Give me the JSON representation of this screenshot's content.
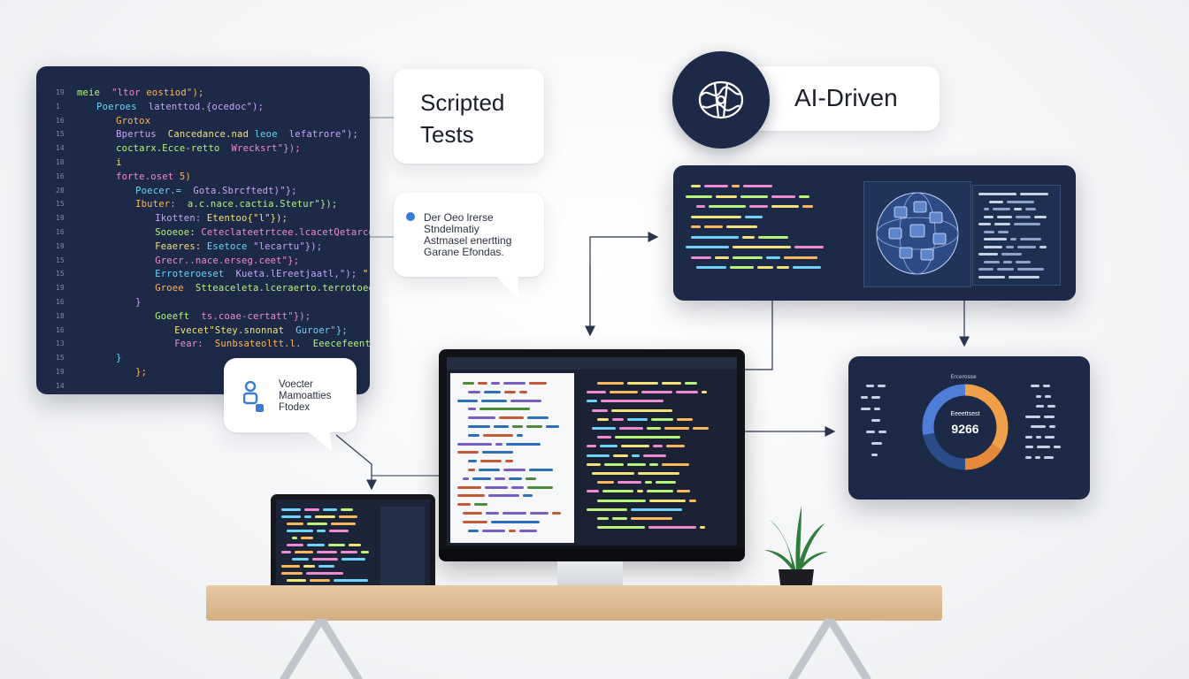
{
  "labels": {
    "scripted": "Scripted\nTests",
    "ai_driven": "AI-Driven"
  },
  "callouts": {
    "top": [
      "Der Oeo lrerse",
      "Stndelmatiy",
      "Astmasel enertting",
      "Garane Efondas."
    ],
    "bottom": [
      "Voecter",
      "Mamoatties",
      "Ftodex"
    ]
  },
  "big_code": [
    {
      "n": "19",
      "t": "meie  \"ltor eostiod\");"
    },
    {
      "n": "1",
      "t": "  Poeroes  latenttod.{ocedoc\");"
    },
    {
      "n": "16",
      "t": "    Grotox"
    },
    {
      "n": "15",
      "t": "    Bpertus  Cancedance.nad leoe  lefatrore\");"
    },
    {
      "n": "14",
      "t": "    coctarx.Ecce-retto  Wrecksrt\"});"
    },
    {
      "n": "10",
      "t": "    i"
    },
    {
      "n": "16",
      "t": "    forte.oset 5)"
    },
    {
      "n": "28",
      "t": "      Poecer.=  Gota.Sbrcftedt)\"};"
    },
    {
      "n": "15",
      "t": "      Ibuter:  a.c.nace.cactia.Stetur\"});"
    },
    {
      "n": "19",
      "t": "        Ikotten: Etentoo{\"l\"});"
    },
    {
      "n": "16",
      "t": "        Sooeoe: Ceteclateetrtcee.lcacetQetarcola\"};"
    },
    {
      "n": "19",
      "t": "        Feaeres: Esetoce \"lecartu\"});"
    },
    {
      "n": "15",
      "t": "        Grecr..nace.erseg.ceet\"};"
    },
    {
      "n": "15",
      "t": "        Erroteroeset  Kueta.lEreetjaatl,\"); \""
    },
    {
      "n": "19",
      "t": "        Groee  Stteaceleta.lceraerto.terrotoeetbiottos\"});"
    },
    {
      "n": "16",
      "t": "      }"
    },
    {
      "n": "18",
      "t": "        Goeeft  ts.coae-certatt\"});"
    },
    {
      "n": "16",
      "t": "          Evecet\"Stey.snonnat  Guroer\"};"
    },
    {
      "n": "13",
      "t": "          Fear:  Sunbsateoltt.l.  Eeecefeentetelts\");"
    },
    {
      "n": "15",
      "t": "    }"
    },
    {
      "n": "19",
      "t": "      };"
    },
    {
      "n": "14",
      "t": ""
    }
  ],
  "big_code_colors": [
    "#b9f27c",
    "#f3e27a",
    "#f08ad2",
    "#6fd3ff",
    "#ffb65c",
    "#c7a6ff"
  ],
  "donut": {
    "label": "9266",
    "sublabel": "Eeeettsest",
    "caption": "Ercerosse",
    "segments": [
      {
        "value": 34,
        "color": "#f0a04b"
      },
      {
        "value": 16,
        "color": "#e6883a"
      },
      {
        "value": 22,
        "color": "#2a4d8a"
      },
      {
        "value": 28,
        "color": "#4f7dd8"
      }
    ]
  },
  "icons": {
    "brain": "brain-network-icon",
    "person": "person-icon"
  },
  "colors": {
    "navy": "#1c2a47",
    "accent_blue": "#3a7bd5",
    "accent_orange": "#f0a04b"
  }
}
